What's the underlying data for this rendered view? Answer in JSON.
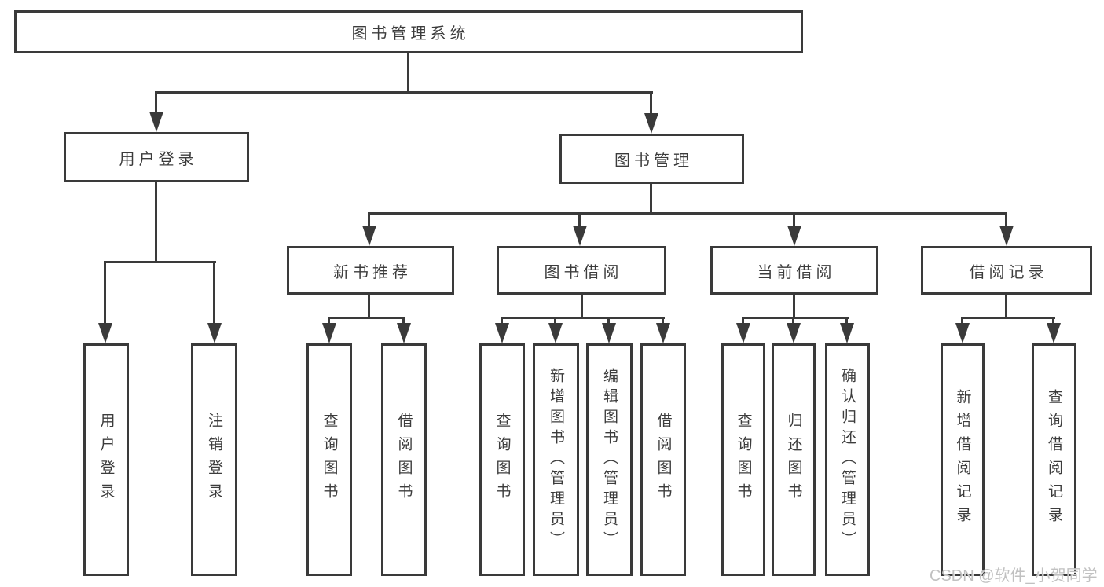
{
  "nodes": {
    "root": "图书管理系统",
    "level2": [
      "用户登录",
      "图书管理"
    ],
    "level3": [
      "新书推荐",
      "图书借阅",
      "当前借阅",
      "借阅记录"
    ],
    "leaves": [
      "用户登录",
      "注销登录",
      "查询图书",
      "借阅图书",
      "查询图书",
      "新增图书（管理员）",
      "编辑图书（管理员）",
      "借阅图书",
      "查询图书",
      "归还图书",
      "确认归还（管理员）",
      "新增借阅记录",
      "查询借阅记录"
    ]
  },
  "hierarchy": {
    "图书管理系统": {
      "用户登录": [
        "用户登录",
        "注销登录"
      ],
      "图书管理": {
        "新书推荐": [
          "查询图书",
          "借阅图书"
        ],
        "图书借阅": [
          "查询图书",
          "新增图书（管理员）",
          "编辑图书（管理员）",
          "借阅图书"
        ],
        "当前借阅": [
          "查询图书",
          "归还图书",
          "确认归还（管理员）"
        ],
        "借阅记录": [
          "新增借阅记录",
          "查询借阅记录"
        ]
      }
    }
  },
  "watermark": "CSDN @软件_小贺同学",
  "colors": {
    "line": "#3a3a3a",
    "text": "#3c3c3c",
    "watermark": "#c1c1c1",
    "background": "#ffffff"
  }
}
